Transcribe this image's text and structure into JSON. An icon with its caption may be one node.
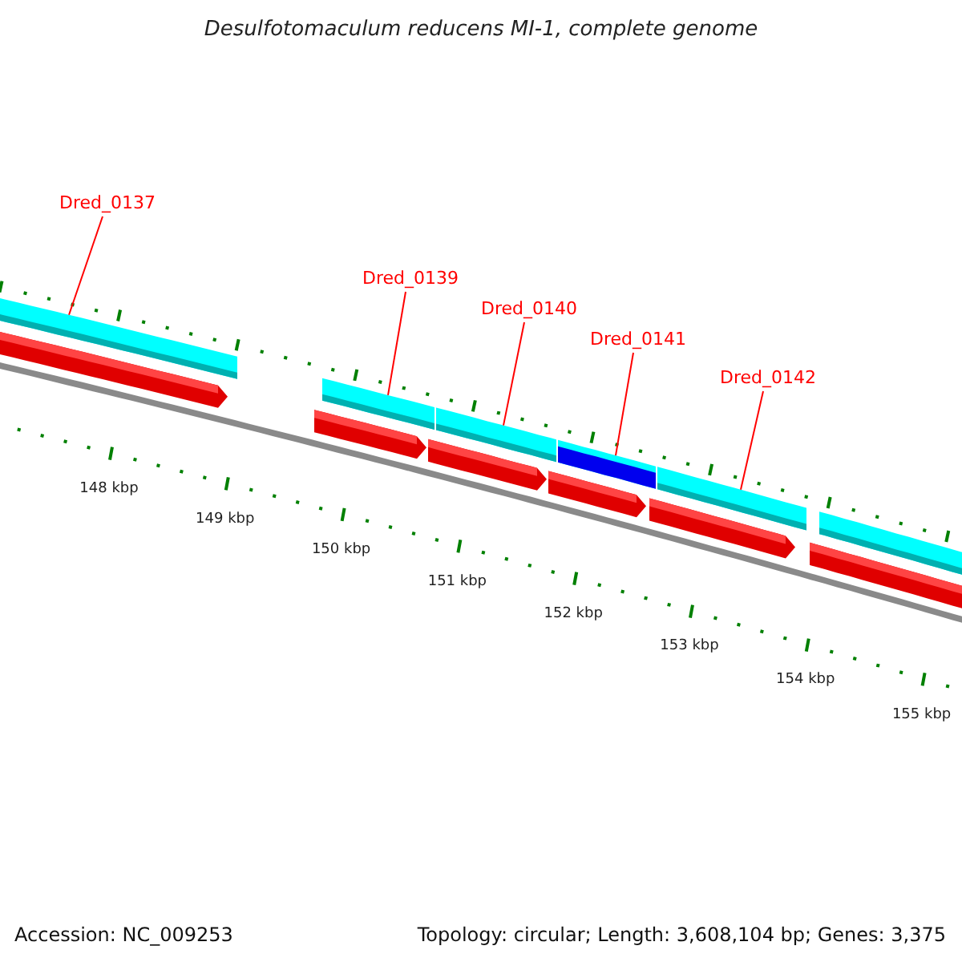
{
  "diagram": {
    "title": "Desulfotomaculum reducens MI-1, complete genome",
    "nodes": [
      {
        "text": [
          "Dred_0137"
        ]
      },
      {
        "text": [
          "Dred_0139"
        ]
      },
      {
        "text": [
          "Dred_0140"
        ]
      },
      {
        "text": [
          "Dred_0141"
        ]
      },
      {
        "text": [
          "Dred_0142"
        ]
      },
      {
        "text": [],
        "shape": "bar"
      },
      {
        "text": [],
        "shape": "bar"
      },
      {
        "text": [],
        "shape": "bar"
      },
      {
        "text": [],
        "shape": "bar"
      },
      {
        "text": [],
        "shape": "bar"
      },
      {
        "text": [],
        "shape": "bar"
      }
    ],
    "edges": [
      {
        "from": 0,
        "to": 5,
        "arrow": "none"
      },
      {
        "from": 1,
        "to": 6,
        "arrow": "none"
      },
      {
        "from": 2,
        "to": 7,
        "arrow": "none"
      },
      {
        "from": 3,
        "to": 8,
        "arrow": "none"
      },
      {
        "from": 4,
        "to": 9,
        "arrow": "none"
      }
    ],
    "labels": [
      "148 kbp",
      "149 kbp",
      "150 kbp",
      "151 kbp",
      "152 kbp",
      "153 kbp",
      "154 kbp",
      "155 kbp",
      "Accession: NC_009253",
      "Topology: circular; Length: 3,608,104 bp; Genes: 3,375"
    ]
  }
}
